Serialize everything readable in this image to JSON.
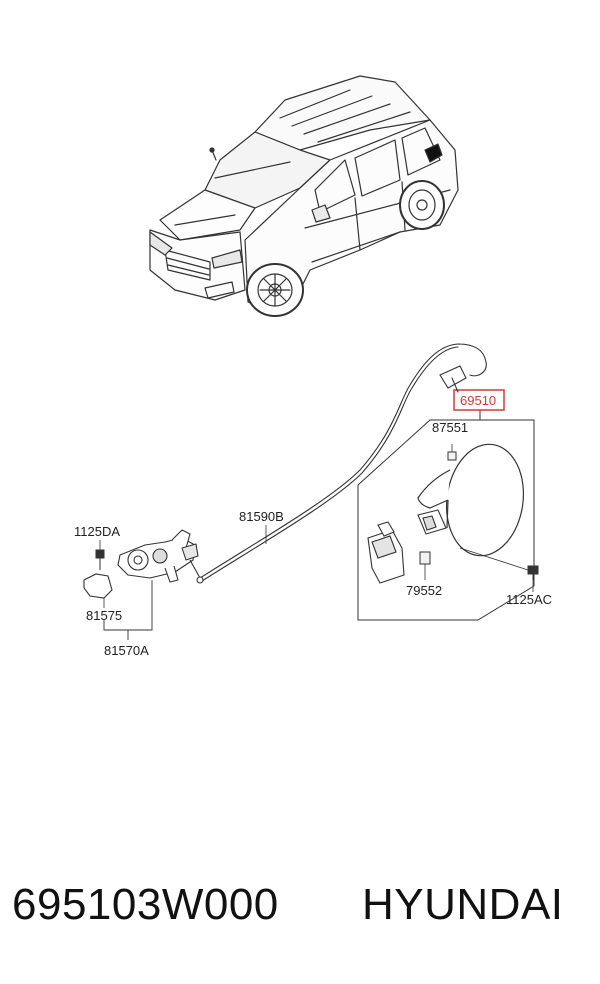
{
  "labels": {
    "fuel_filler_door_assy": "69510",
    "spring": "87551",
    "bumper": "79552",
    "screw_door": "1125AC",
    "opener_cable": "81590B",
    "bolt_lever": "1125DA",
    "cover": "81575",
    "release_lever_assy": "81570A"
  },
  "footer": {
    "part_number": "695103W000",
    "brand": "HYUNDAI"
  },
  "colors": {
    "highlight": "#d23a3a",
    "line": "#333333"
  }
}
